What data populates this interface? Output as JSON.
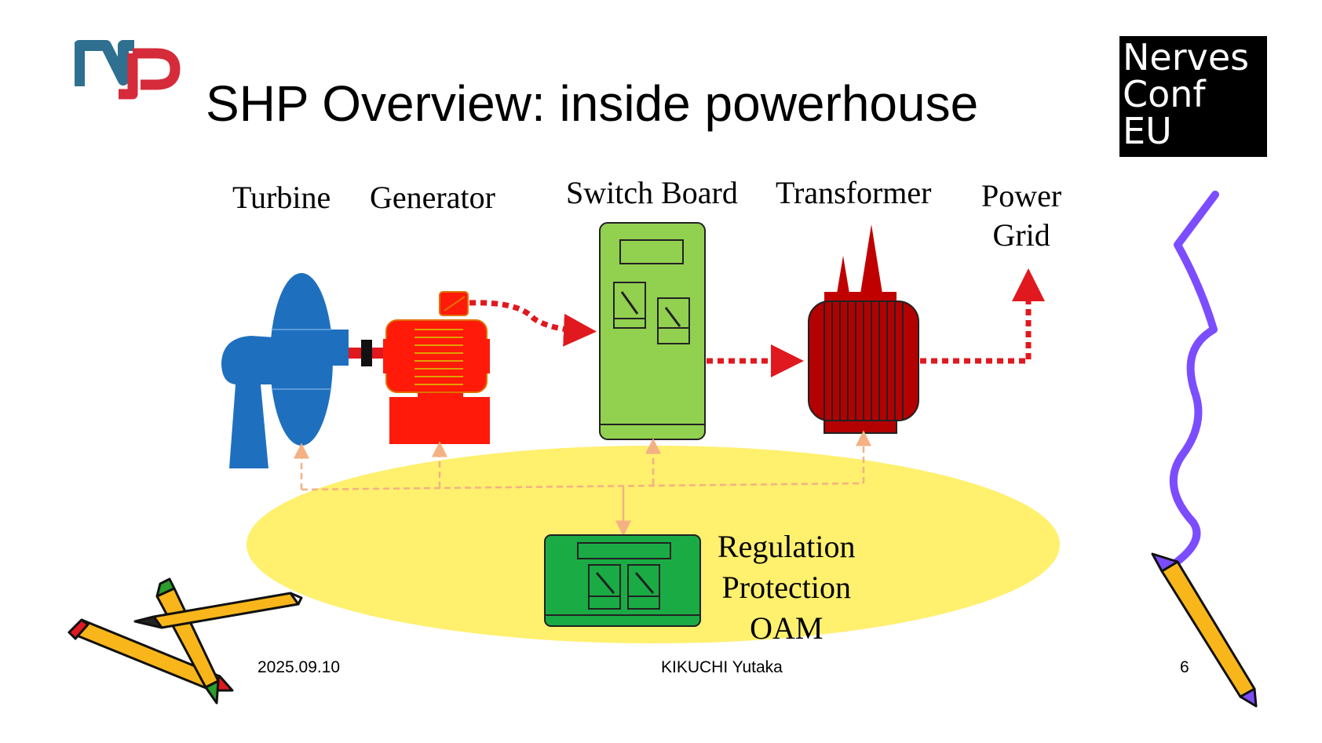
{
  "slide": {
    "title": "SHP Overview: inside powerhouse",
    "logo_left": {
      "text": "NP",
      "colors": [
        "#2f6f8f",
        "#d62b3a"
      ]
    },
    "logo_right": {
      "lines": [
        "Nerves",
        "Conf",
        "EU"
      ]
    }
  },
  "components": {
    "turbine": "Turbine",
    "generator": "Generator",
    "switch_board": "Switch Board",
    "transformer": "Transformer",
    "power_grid": [
      "Power",
      "Grid"
    ]
  },
  "control": {
    "lines": [
      "Regulation",
      "Protection",
      "OAM"
    ]
  },
  "footer": {
    "date": "2025.09.10",
    "author": "KIKUCHI Yutaka",
    "page": "6"
  },
  "colors": {
    "turbine": "#1f6fbf",
    "generator": "#ff1a0a",
    "switch_board": "#92d050",
    "transformer": "#b30000",
    "control_panel": "#1aab45",
    "ellipse": "#fff06e",
    "power_arrow": "#e0191f",
    "signal_arrow": "#f4b183",
    "lightning": "#7b4dff"
  }
}
